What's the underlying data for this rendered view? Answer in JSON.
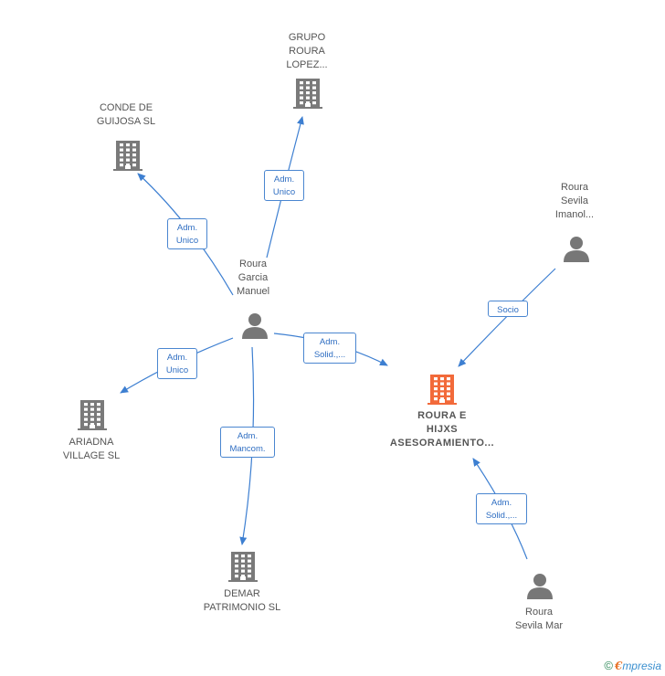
{
  "colors": {
    "edge": "#3d7fd1",
    "company": "#7a7a7a",
    "focus_company": "#f26a3a",
    "person": "#777777"
  },
  "nodes": [
    {
      "id": "grupo",
      "type": "company",
      "icon": "building-icon",
      "label": "GRUPO\nROURA\nLOPEZ..."
    },
    {
      "id": "conde",
      "type": "company",
      "icon": "building-icon",
      "label": "CONDE DE\nGUIJOSA  SL"
    },
    {
      "id": "roura_garcia",
      "type": "person",
      "icon": "person-icon",
      "label": "Roura\nGarcia\nManuel"
    },
    {
      "id": "roura_imanol",
      "type": "person",
      "icon": "person-icon",
      "label": "Roura\nSevila\nImanol..."
    },
    {
      "id": "roura_e_hijxs",
      "type": "focus",
      "icon": "building-icon",
      "label": "ROURA E\nHIJXS\nASESORAMIENTO..."
    },
    {
      "id": "ariadna",
      "type": "company",
      "icon": "building-icon",
      "label": "ARIADNA\nVILLAGE SL"
    },
    {
      "id": "demar",
      "type": "company",
      "icon": "building-icon",
      "label": "DEMAR\nPATRIMONIO SL"
    },
    {
      "id": "roura_mar",
      "type": "person",
      "icon": "person-icon",
      "label": "Roura\nSevila Mar"
    }
  ],
  "edges": [
    {
      "from": "roura_garcia",
      "to": "grupo",
      "label": "Adm.\nUnico"
    },
    {
      "from": "roura_garcia",
      "to": "conde",
      "label": "Adm.\nUnico"
    },
    {
      "from": "roura_garcia",
      "to": "ariadna",
      "label": "Adm.\nUnico"
    },
    {
      "from": "roura_garcia",
      "to": "demar",
      "label": "Adm.\nMancom."
    },
    {
      "from": "roura_garcia",
      "to": "roura_e_hijxs",
      "label": "Adm.\nSolid.,..."
    },
    {
      "from": "roura_imanol",
      "to": "roura_e_hijxs",
      "label": "Socio"
    },
    {
      "from": "roura_mar",
      "to": "roura_e_hijxs",
      "label": "Adm.\nSolid.,..."
    }
  ],
  "footer": {
    "copyright": "©",
    "brand_first": "€",
    "brand_rest": "mpresia"
  }
}
